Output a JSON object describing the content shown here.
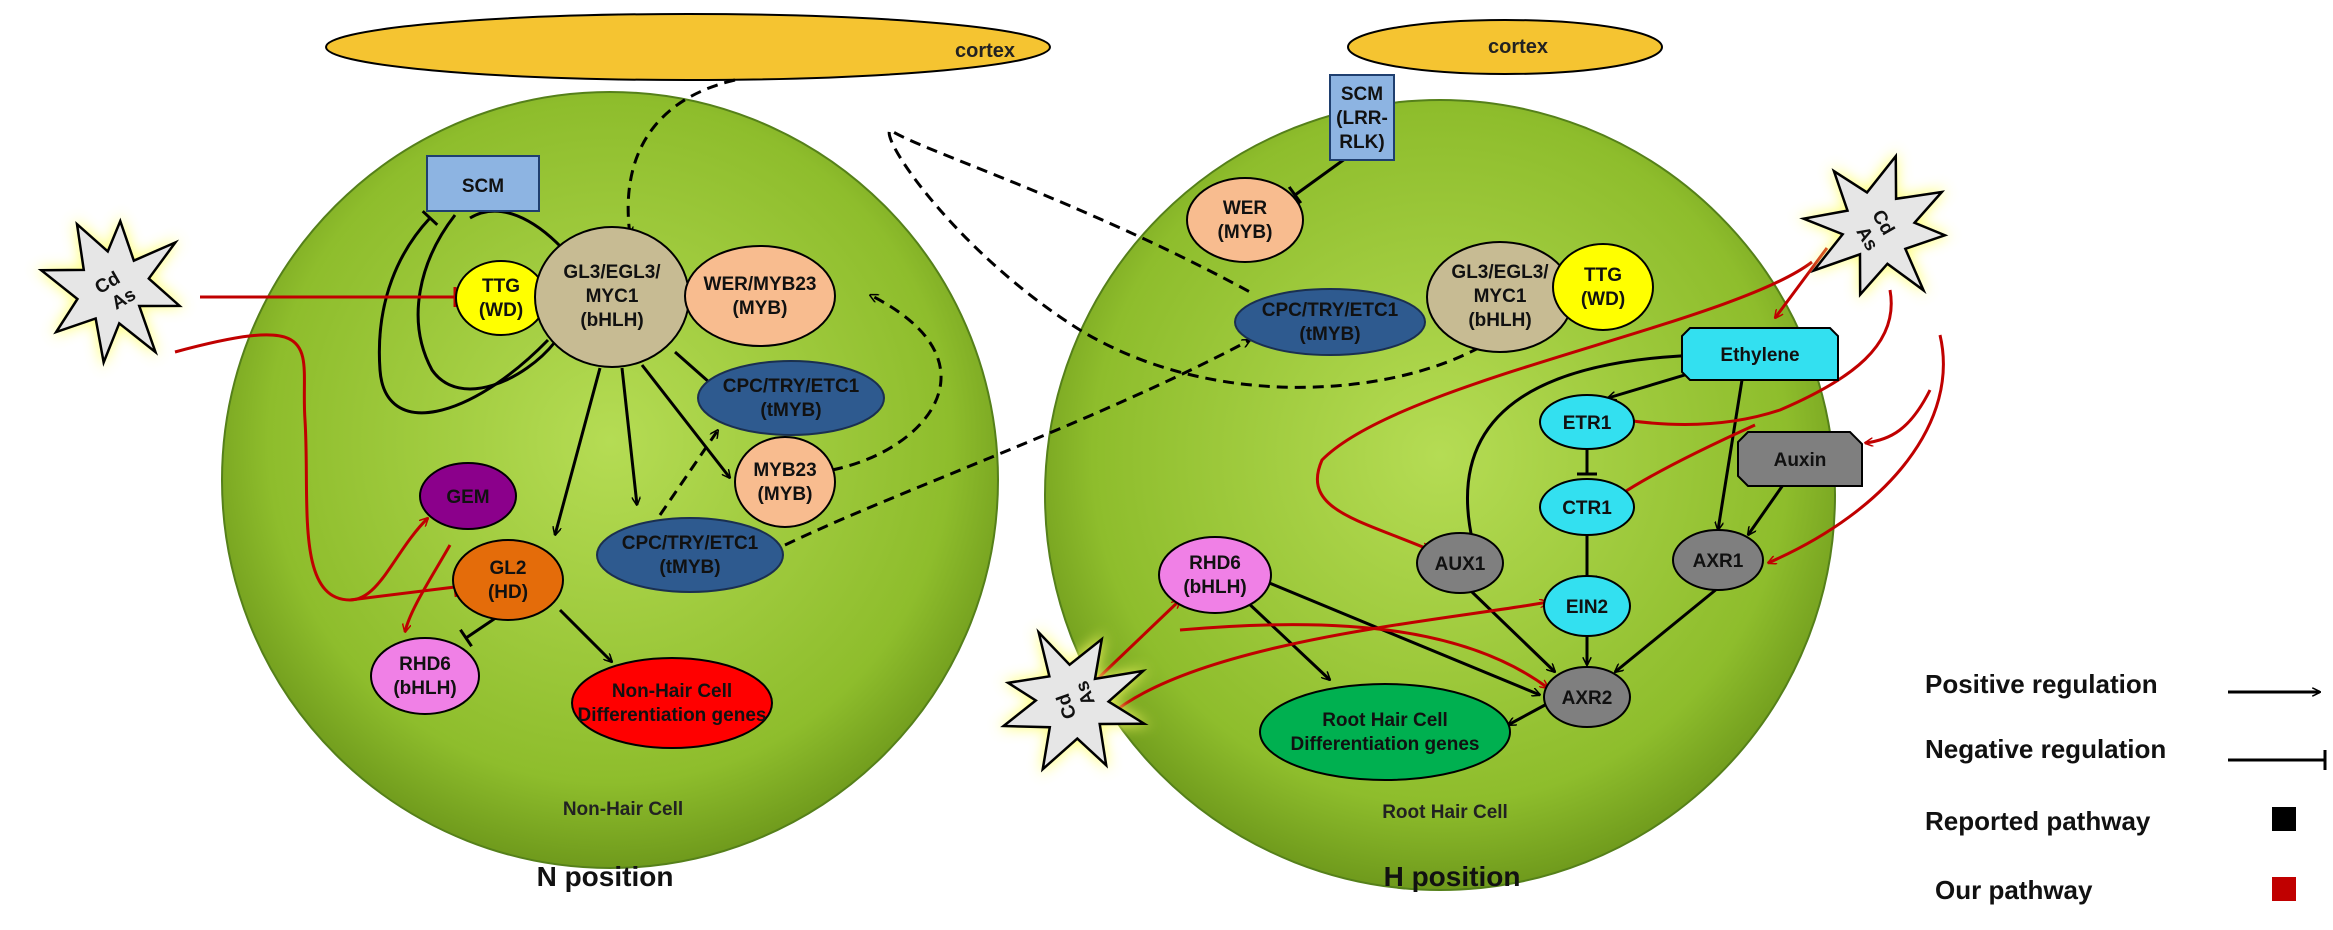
{
  "cortex": {
    "left": "cortex",
    "right": "cortex"
  },
  "cells": {
    "left": "Non-Hair Cell",
    "right": "Root Hair Cell"
  },
  "positions": {
    "left": "N position",
    "right": "H position"
  },
  "stress": {
    "line1": "Cd",
    "line2": "As"
  },
  "nodes": {
    "scm_left": "SCM",
    "ttg_left": [
      "TTG",
      "(WD)"
    ],
    "gl3_left": [
      "GL3/EGL3/",
      "MYC1",
      "(bHLH)"
    ],
    "wer_myb23": [
      "WER/MYB23",
      "(MYB)"
    ],
    "cpc_upper": [
      "CPC/TRY/ETC1",
      "(tMYB)"
    ],
    "myb23": [
      "MYB23",
      "(MYB)"
    ],
    "cpc_lower": [
      "CPC/TRY/ETC1",
      "(tMYB)"
    ],
    "gem": "GEM",
    "gl2": [
      "GL2",
      "(HD)"
    ],
    "rhd6_left": [
      "RHD6",
      "(bHLH)"
    ],
    "nonhair_genes": [
      "Non-Hair Cell",
      "Differentiation genes"
    ],
    "scm_right": [
      "SCM",
      "(LRR-",
      "RLK)"
    ],
    "wer_right": [
      "WER",
      "(MYB)"
    ],
    "cpc_right": [
      "CPC/TRY/ETC1",
      "(tMYB)"
    ],
    "gl3_right": [
      "GL3/EGL3/",
      "MYC1",
      "(bHLH)"
    ],
    "ttg_right": [
      "TTG",
      "(WD)"
    ],
    "ethylene": "Ethylene",
    "etr1": "ETR1",
    "ctr1": "CTR1",
    "ein2": "EIN2",
    "auxin": "Auxin",
    "aux1": "AUX1",
    "axr1": "AXR1",
    "axr2": "AXR2",
    "rhd6_right": [
      "RHD6",
      "(bHLH)"
    ],
    "hair_genes": [
      "Root Hair Cell",
      "Differentiation genes"
    ]
  },
  "legend": {
    "positive": "Positive regulation",
    "negative": "Negative regulation",
    "reported": "Reported pathway",
    "ours": "Our pathway",
    "reported_color": "#000000",
    "ours_color": "#c00000"
  },
  "colors": {
    "cell_fill": "#8fbf2e",
    "cortex_fill": "#f5c431",
    "red": "#c00000",
    "cyan": "#33e0f0",
    "scm_blue": "#8db4e2",
    "tan": "#c7bb93",
    "peach": "#f8bc8f",
    "navy": "#2e5a8f",
    "yellow": "#ffff00",
    "purple": "#8b008b",
    "orange": "#e46c0a",
    "pink": "#f080e6",
    "bright_red": "#ff0000",
    "green": "#00b050",
    "gray": "#7f7f7f"
  }
}
